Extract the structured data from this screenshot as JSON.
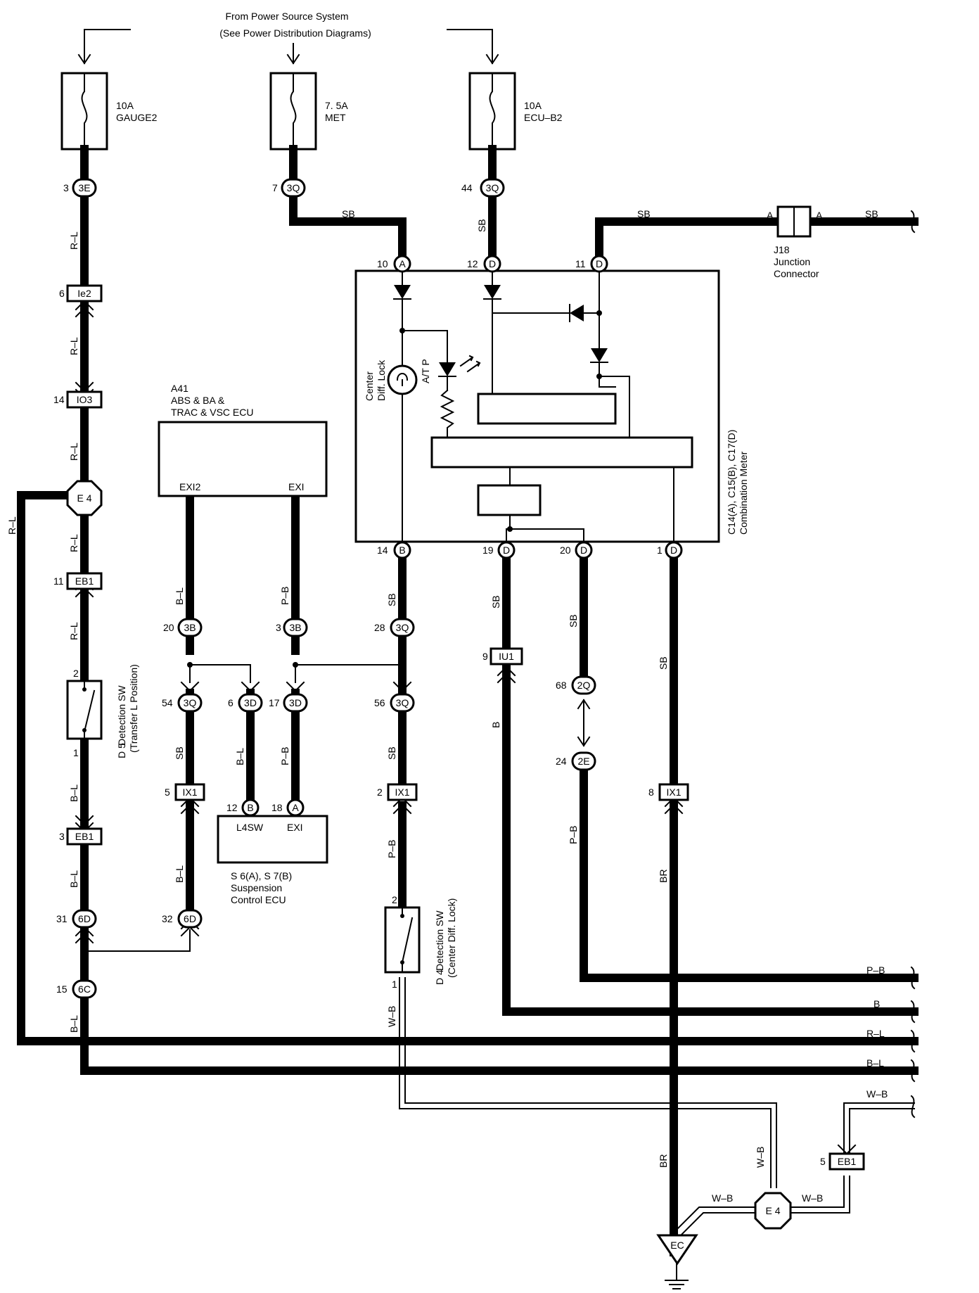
{
  "header": {
    "line1": "From Power Source System",
    "line2": "(See Power Distribution Diagrams)"
  },
  "fuses": [
    {
      "rating": "10A",
      "name": "GAUGE2"
    },
    {
      "rating": "7. 5A",
      "name": "MET"
    },
    {
      "rating": "10A",
      "name": "ECU–B2"
    }
  ],
  "connectors": {
    "c3e": "3E",
    "c3q": "3Q",
    "c3q_b": "3Q",
    "a": "A",
    "d": "D",
    "b": "B",
    "ie2": "Ie2",
    "io3": "IO3",
    "e4": "E 4",
    "eb1": "EB1",
    "c3b": "3B",
    "c3d": "3D",
    "ix1": "IX1",
    "iu1": "IU1",
    "c2q": "2Q",
    "c2e": "2E",
    "c6d": "6D",
    "c6c": "6C",
    "ec": "EC"
  },
  "pins": {
    "p3": "3",
    "p7": "7",
    "p44": "44",
    "p10": "10",
    "p12": "12",
    "p11": "11",
    "p14": "14",
    "p19": "19",
    "p20": "20",
    "p1": "1",
    "p6": "6",
    "p2": "2",
    "p28": "28",
    "p54": "54",
    "p17": "17",
    "p56": "56",
    "p9": "9",
    "p68": "68",
    "p24": "24",
    "p5": "5",
    "p8": "8",
    "p18": "18",
    "p31": "31",
    "p32": "32",
    "p15": "15",
    "pA": "A"
  },
  "wires": {
    "rl": "R–L",
    "bl": "B–L",
    "sb": "SB",
    "pb": "P–B",
    "b": "B",
    "br": "BR",
    "wb": "W–B"
  },
  "components": {
    "j18": [
      "J18",
      "Junction",
      "Connector"
    ],
    "a41": [
      "A41",
      "ABS & BA &",
      "TRAC & VSC ECU"
    ],
    "a41_pins": [
      "EXI2",
      "EXI"
    ],
    "meter": [
      "C14(A), C15(B), C17(D)",
      "Combination Meter"
    ],
    "center_lock": [
      "Center",
      "Diff. Lock"
    ],
    "atp": "A/T P",
    "d5": [
      "D 5",
      "Detection SW",
      "(Transfer L Position)"
    ],
    "s6": [
      "S 6(A), S 7(B)",
      "Suspension",
      "Control ECU"
    ],
    "s6_pins": [
      "L4SW",
      "EXI"
    ],
    "d4": [
      "D 4",
      "Detection SW",
      "(Center Diff. Lock)"
    ]
  },
  "right_edge_labels": [
    "P–B",
    "B",
    "R–L",
    "B–L",
    "W–B"
  ]
}
